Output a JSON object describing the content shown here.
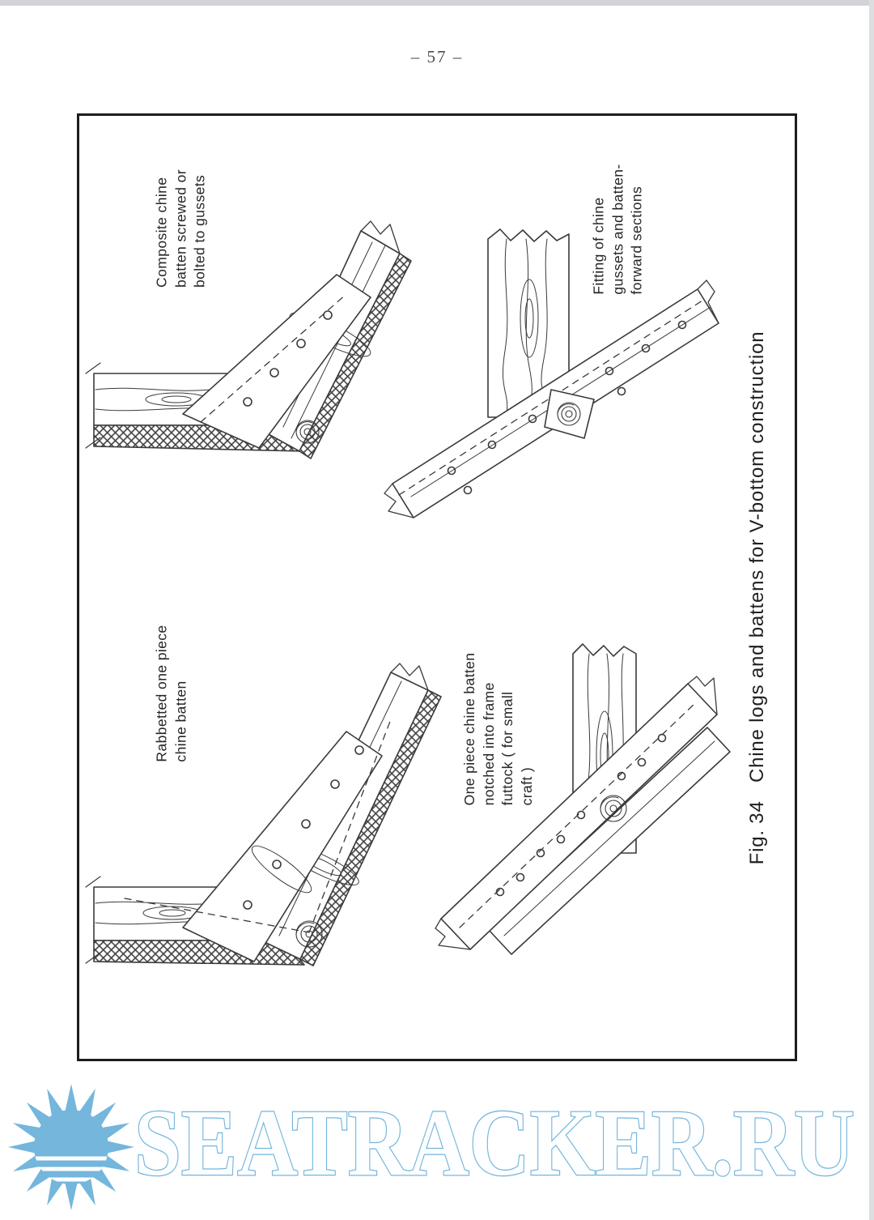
{
  "page_number": "– 57 –",
  "figure": {
    "caption": "Fig. 34   Chine logs and battens for V-bottom construction",
    "labels": {
      "composite": "Composite chine\nbatten screwed or\nbolted to gussets",
      "fitting": "Fitting of chine\ngussets and batten-\nforward sections",
      "rabbetted": "Rabbetted one piece\nchine batten",
      "one_piece": "One piece chine batten\nnotched into frame\nfuttock ( for small\ncraft )"
    },
    "drawing_names": [
      "composite-chine-batten-drawing",
      "chine-gussets-fitting-drawing",
      "rabbetted-chine-batten-drawing",
      "notched-chine-batten-drawing"
    ]
  },
  "watermark": {
    "text": "SEATRACKER.RU",
    "color": "#74b6dc",
    "icon": "sun-icon"
  },
  "colors": {
    "ink": "#3a3a3a",
    "frame_border": "#1d1d1d",
    "watermark_blue": "#74b6dc"
  }
}
